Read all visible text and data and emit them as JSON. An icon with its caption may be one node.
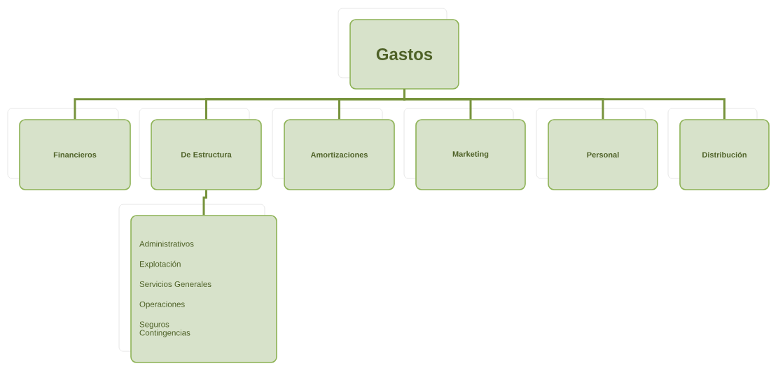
{
  "diagram": {
    "nodes": [
      {
        "text": [
          "Gastos"
        ]
      },
      {
        "text": [
          "Financieros"
        ]
      },
      {
        "text": [
          "De Estructura"
        ]
      },
      {
        "text": [
          "Amortizaciones"
        ]
      },
      {
        "text": [
          "Marketing"
        ]
      },
      {
        "text": [
          "Personal"
        ]
      },
      {
        "text": [
          "Distribución"
        ]
      },
      {
        "text": [
          "Administrativos",
          "Explotación",
          "Servicios Generales",
          "Operaciones",
          "Seguros",
          "Contingencias"
        ]
      }
    ],
    "edges": [
      {
        "from": 0,
        "to": 1,
        "arrow": "none"
      },
      {
        "from": 0,
        "to": 2,
        "arrow": "none"
      },
      {
        "from": 0,
        "to": 3,
        "arrow": "none"
      },
      {
        "from": 0,
        "to": 4,
        "arrow": "none"
      },
      {
        "from": 0,
        "to": 5,
        "arrow": "none"
      },
      {
        "from": 0,
        "to": 6,
        "arrow": "none"
      },
      {
        "from": 2,
        "to": 7,
        "arrow": "none"
      }
    ]
  }
}
